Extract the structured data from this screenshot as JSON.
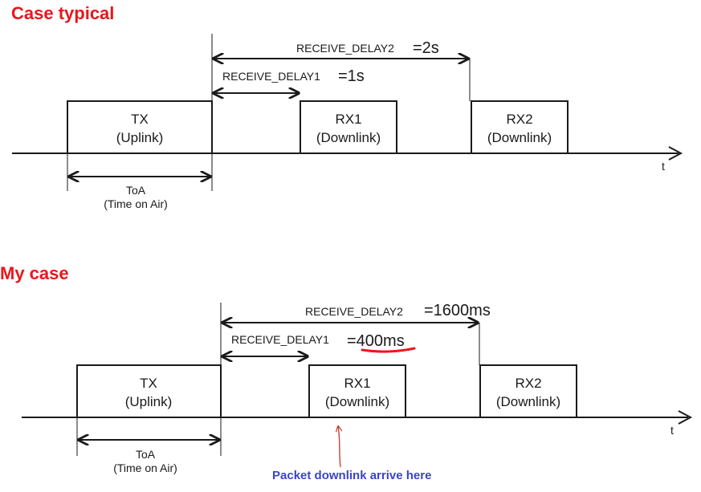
{
  "typical": {
    "heading": "Case typical",
    "tx": {
      "line1": "TX",
      "line2": "(Uplink)"
    },
    "rx1": {
      "line1": "RX1",
      "line2": "(Downlink)"
    },
    "rx2": {
      "line1": "RX2",
      "line2": "(Downlink)"
    },
    "delay2": {
      "label": "RECEIVE_DELAY2",
      "value": "=2s"
    },
    "delay1": {
      "label": "RECEIVE_DELAY1",
      "value": "=1s"
    },
    "toa": {
      "line1": "ToA",
      "line2": "(Time on Air)"
    },
    "axis_label": "t"
  },
  "mine": {
    "heading": "My case",
    "tx": {
      "line1": "TX",
      "line2": "(Uplink)"
    },
    "rx1": {
      "line1": "RX1",
      "line2": "(Downlink)"
    },
    "rx2": {
      "line1": "RX2",
      "line2": "(Downlink)"
    },
    "delay2": {
      "label": "RECEIVE_DELAY2",
      "value": "=1600ms"
    },
    "delay1": {
      "label": "RECEIVE_DELAY1",
      "value": "=400ms"
    },
    "toa": {
      "line1": "ToA",
      "line2": "(Time on Air)"
    },
    "axis_label": "t",
    "annotation": "Packet downlink arrive here",
    "colors": {
      "underline": "#e8171c",
      "annotation_text": "#3a45c8",
      "annotation_arrow": "#c0392b"
    }
  }
}
